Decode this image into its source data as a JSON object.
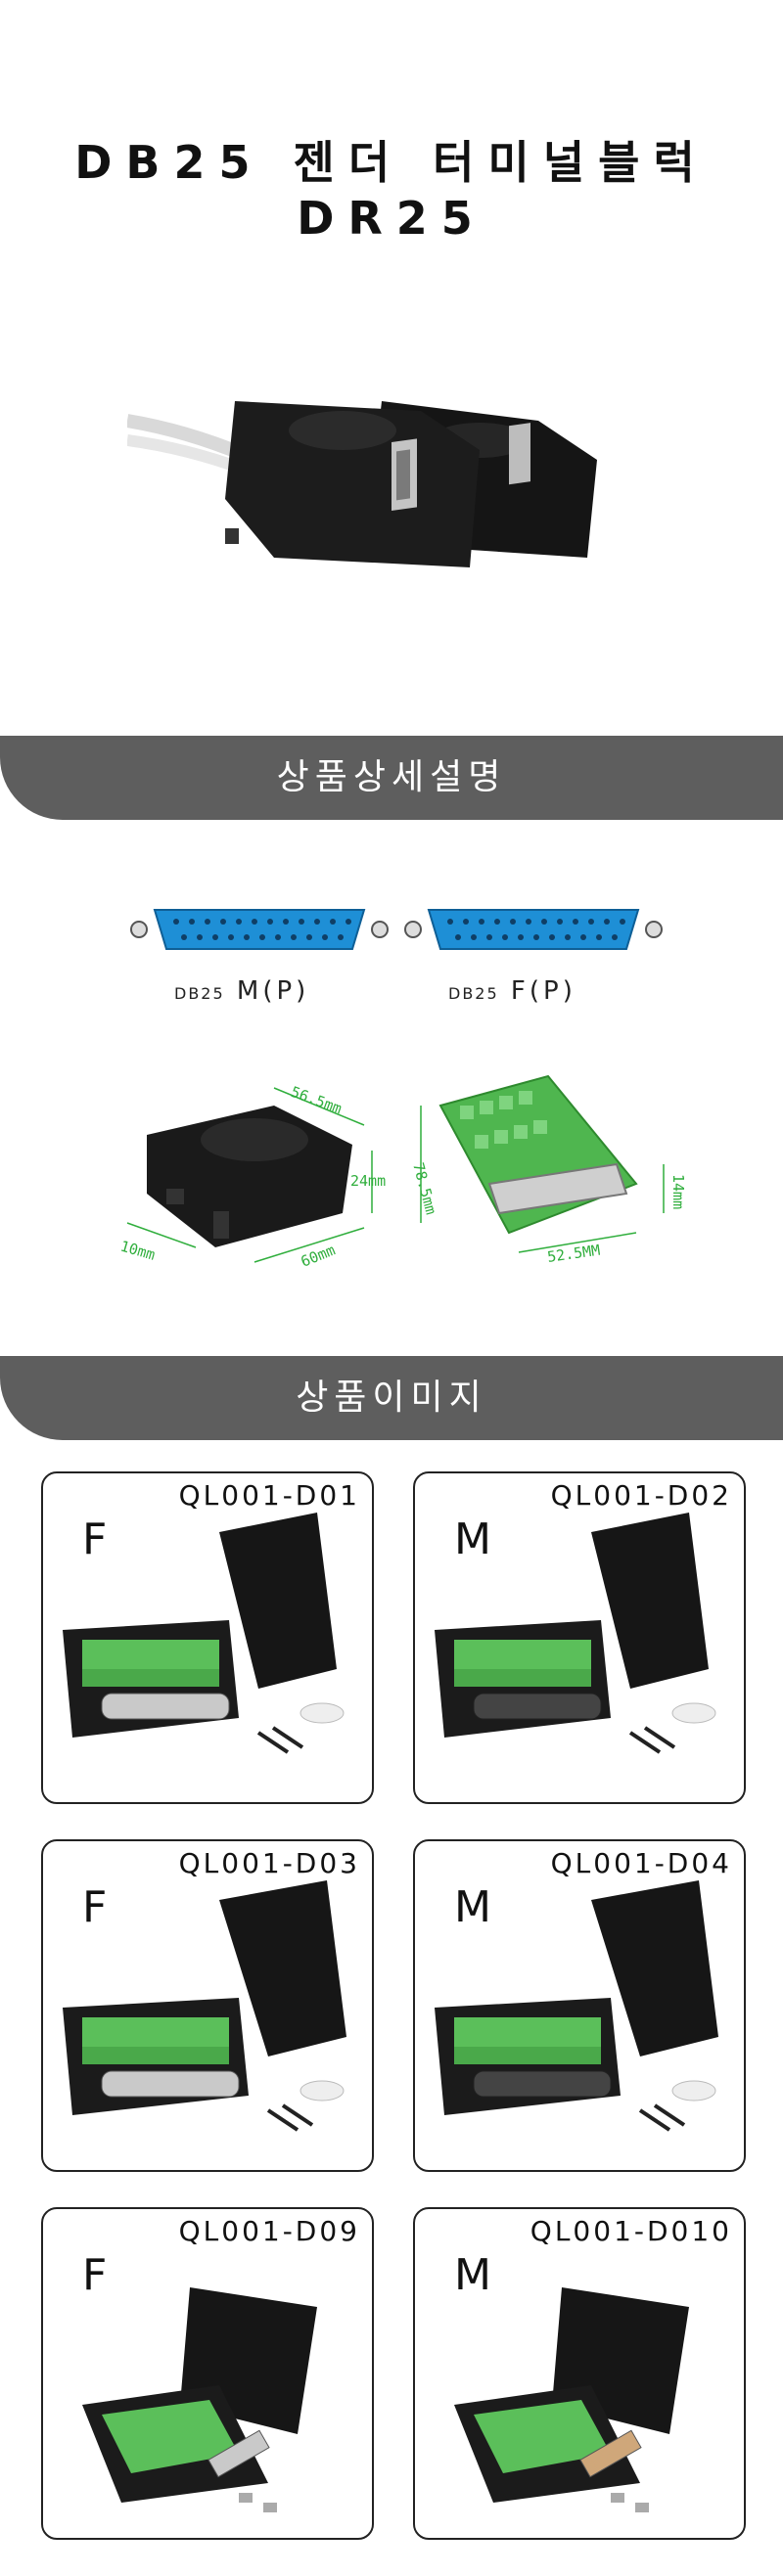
{
  "title": "DB25 젠더 터미널블럭 DR25",
  "sections": {
    "details": "상품상세설명",
    "images": "상품이미지"
  },
  "connectors": {
    "male_label": "M(P)",
    "female_label": "F(P)",
    "prefix": "DB25"
  },
  "dimensions": {
    "housing_width": "56.5mm",
    "housing_height": "24mm",
    "housing_length": "60mm",
    "screw_length": "10mm",
    "board_height": "78.5mm",
    "board_width": "52.5MM",
    "board_thickness": "14mm"
  },
  "products": [
    {
      "gender": "F",
      "code": "QL001-D01"
    },
    {
      "gender": "M",
      "code": "QL001-D02"
    },
    {
      "gender": "F",
      "code": "QL001-D03"
    },
    {
      "gender": "M",
      "code": "QL001-D04"
    },
    {
      "gender": "F",
      "code": "QL001-D09"
    },
    {
      "gender": "M",
      "code": "QL001-D010"
    }
  ],
  "colors": {
    "section_bar": "#5e5e5e",
    "connector_blue": "#1e8fd6",
    "terminal_green": "#5bbf5a",
    "housing_black": "#1c1c1c",
    "dimension_green": "#2fae3c"
  }
}
